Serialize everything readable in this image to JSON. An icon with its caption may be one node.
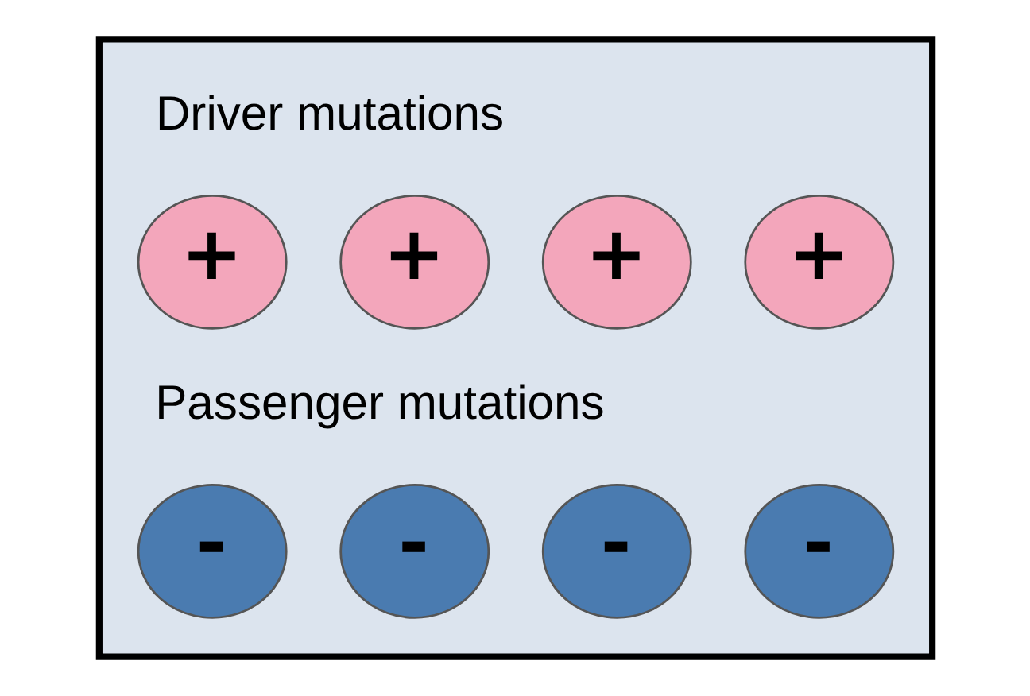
{
  "diagram": {
    "nodes": [
      {
        "text": [],
        "shape": "box"
      },
      {
        "text": [
          "+"
        ],
        "in": 0
      },
      {
        "text": [
          "+"
        ],
        "in": 0
      },
      {
        "text": [
          "+"
        ],
        "in": 0
      },
      {
        "text": [
          "+"
        ],
        "in": 0
      },
      {
        "text": [
          "-"
        ],
        "in": 0
      },
      {
        "text": [
          "-"
        ],
        "in": 0
      },
      {
        "text": [
          "-"
        ],
        "in": 0
      },
      {
        "text": [
          "-"
        ],
        "in": 0
      }
    ],
    "edges": [],
    "labels": [
      "Driver mutations",
      "Passenger mutations"
    ]
  }
}
